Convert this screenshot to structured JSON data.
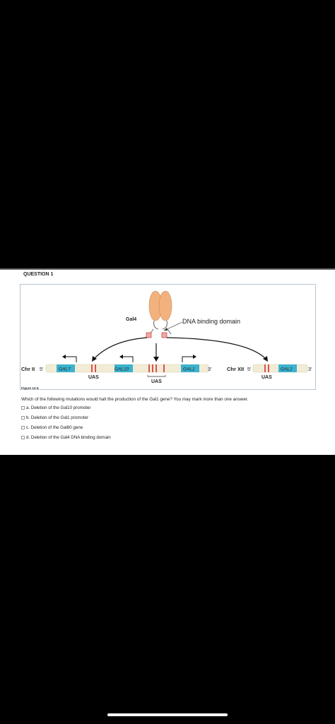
{
  "question": {
    "number_label": "QUESTION 1",
    "text": "Which of the following mutations would halt the production of the Gal1 gene? You may mark more than one answer.",
    "options": [
      {
        "label": "a. Deletion of the Gal10 promoter",
        "checked": false
      },
      {
        "label": "b. Deletion of the Gal1 promoter",
        "checked": false
      },
      {
        "label": "c. Deletion of the Gal80 gene",
        "checked": false
      },
      {
        "label": "d. Deletion of the Gal4 DNA binding domain",
        "checked": false
      }
    ]
  },
  "figure": {
    "caption": "Figure 12-6",
    "protein_label": "Gal4",
    "domain_label": "DNA binding domain",
    "chr2_label": "Chr II",
    "chr12_label": "Chr XII",
    "five_prime": "5′",
    "three_prime": "3′",
    "genes": {
      "gal7": "GAL7",
      "gal10": "GAL10",
      "gal1": "GAL1",
      "gal2": "GAL2"
    },
    "uas_label": "UAS",
    "colors": {
      "protein": "#f3b27d",
      "gene_box": "#3bb3cf",
      "uas_site": "#d9534f",
      "chromosome": "#f2ecd7"
    }
  },
  "icons": {
    "checkbox": "checkbox-icon",
    "home_indicator": "home-indicator"
  }
}
